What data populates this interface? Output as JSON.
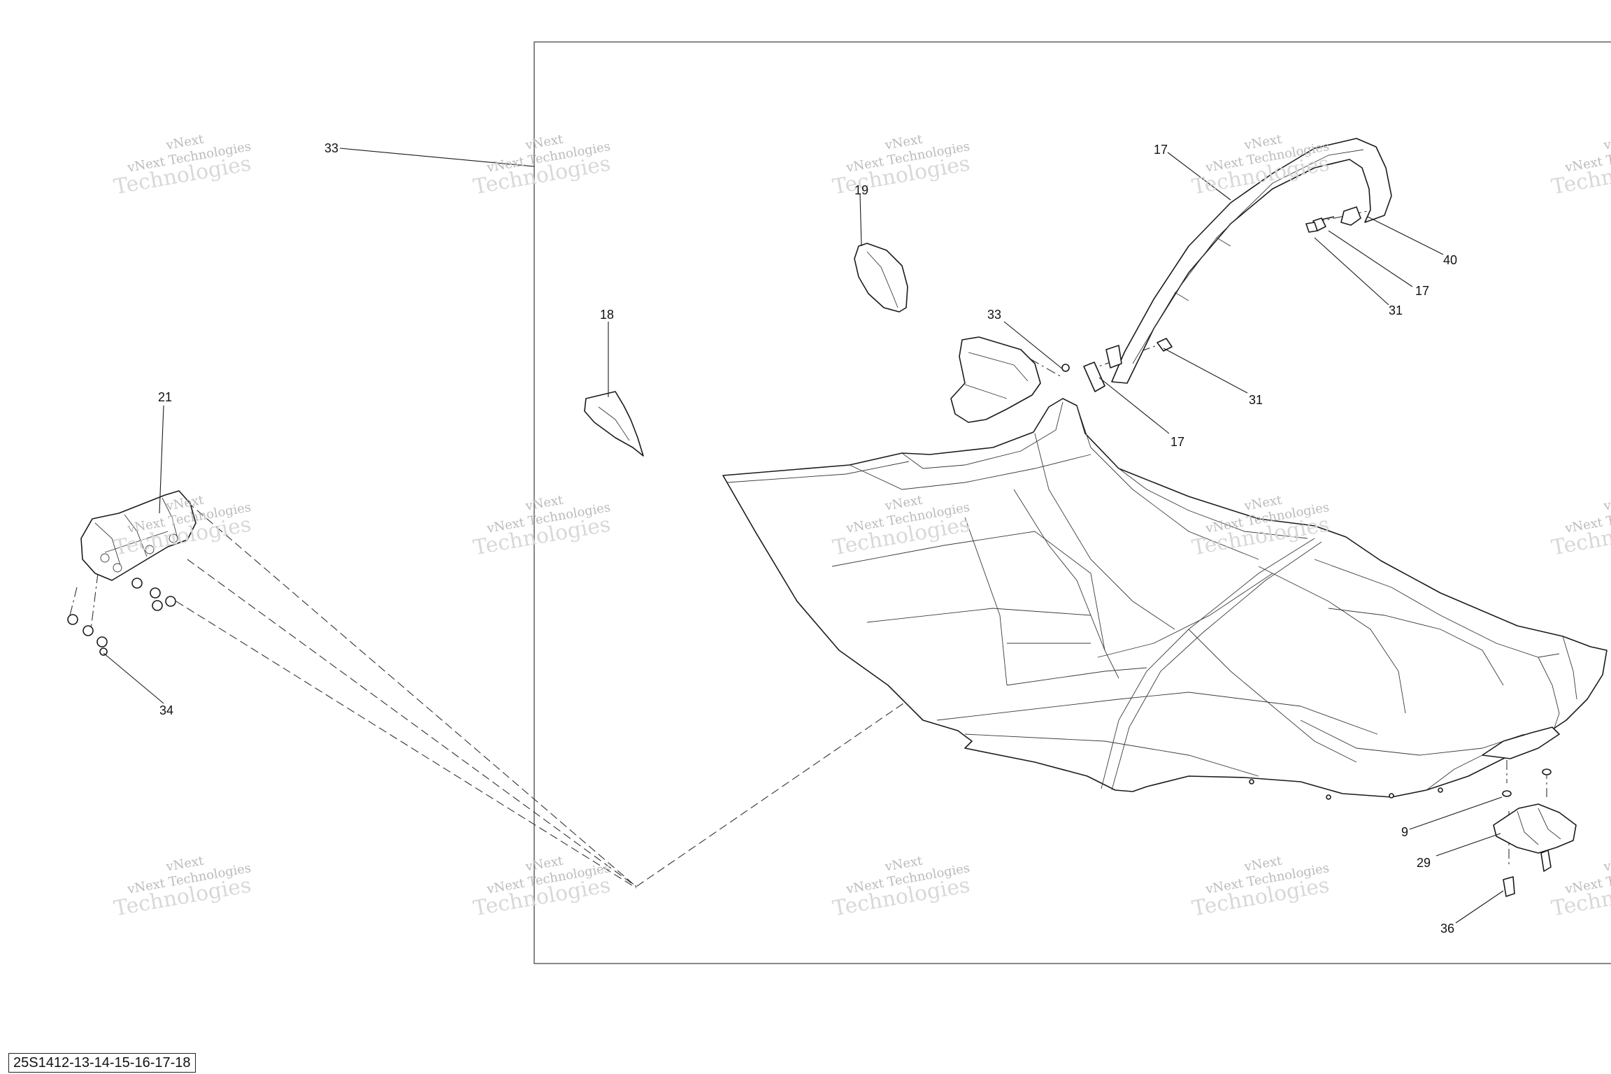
{
  "callouts": {
    "c33a": "33",
    "c17a": "17",
    "c40": "40",
    "c17b": "17",
    "c31a": "31",
    "c19": "19",
    "c18": "18",
    "c33b": "33",
    "c31b": "31",
    "c17c": "17",
    "c21": "21",
    "c34": "34",
    "c9": "9",
    "c29": "29",
    "c36": "36"
  },
  "watermark": {
    "line1": "vNext Technologies",
    "line2": "Technologies",
    "stamp": "vNext"
  },
  "document_code": "25S1412-13-14-15-16-17-18",
  "colors": {
    "line": "#1a1a1a",
    "watermark": "#c8c8c8",
    "background": "#ffffff"
  }
}
